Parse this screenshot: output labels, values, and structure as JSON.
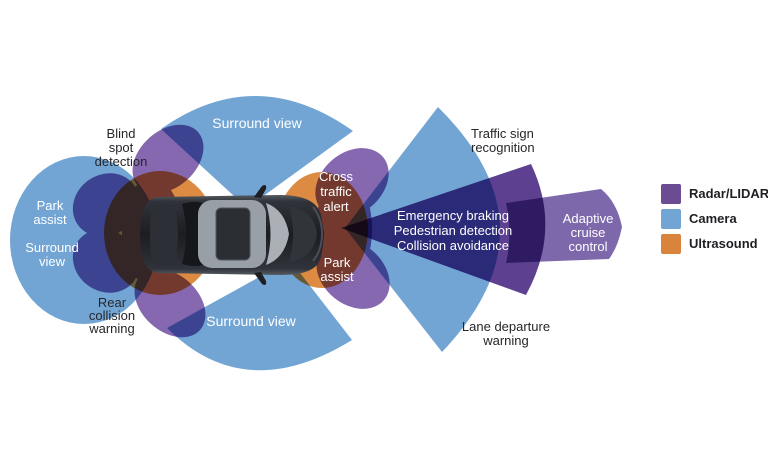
{
  "colors": {
    "camera": "#72a5d4",
    "radar_lobe": "#8668b0",
    "radar_fan_dark": "#5d4190",
    "radar_fan_light": "#7e68ac",
    "ultrasound": "#dd8a42",
    "label_dark": "#26262a",
    "label_light": "#ffffff",
    "background": "#ffffff"
  },
  "labels": {
    "blind_spot": [
      "Blind",
      "spot",
      "detection"
    ],
    "surround_top": "Surround view",
    "traffic_sign": [
      "Traffic sign",
      "recognition"
    ],
    "park_assist_left": [
      "Park",
      "assist"
    ],
    "surround_left": [
      "Surround",
      "view"
    ],
    "cross_traffic": [
      "Cross",
      "traffic",
      "alert"
    ],
    "emergency": [
      "Emergency braking",
      "Pedestrian detection",
      "Collision avoidance"
    ],
    "adaptive_cruise": [
      "Adaptive",
      "cruise",
      "control"
    ],
    "park_assist_front": [
      "Park",
      "assist"
    ],
    "rear_collision": [
      "Rear",
      "collision",
      "warning"
    ],
    "surround_bottom": "Surround view",
    "lane_departure": [
      "Lane departure",
      "warning"
    ]
  },
  "legend": {
    "items": [
      {
        "label": "Radar/LIDAR",
        "color": "#6b4b94"
      },
      {
        "label": "Camera",
        "color": "#72a5d4"
      },
      {
        "label": "Ultrasound",
        "color": "#d9833c"
      }
    ]
  }
}
